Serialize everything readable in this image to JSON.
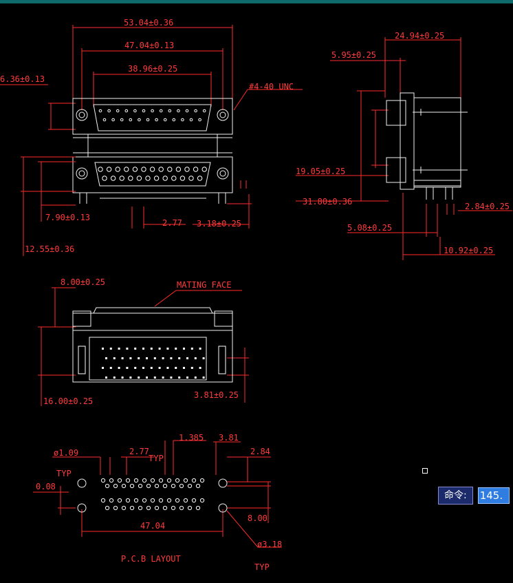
{
  "front_view": {
    "dim_overall": "53.04±0.36",
    "dim_mount": "47.04±0.13",
    "dim_shell": "38.96±0.25",
    "dim_height": "6.36±0.13",
    "thread": "#4-40 UNC",
    "dim_7_90": "7.90±0.13",
    "dim_pitch": "2.77",
    "dim_3_18": "3.18±0.25",
    "dim_12_55": "12.55±0.36"
  },
  "side_view": {
    "dim_depth": "24.94±0.25",
    "dim_5_95": "5.95±0.25",
    "dim_19_05": "19.05±0.25",
    "dim_31_80": "31.80±0.36",
    "dim_2_84": "2.84±0.25",
    "dim_5_08": "5.08±0.25",
    "dim_10_92": "10.92±0.25"
  },
  "bottom_view": {
    "mating_face": "MATING FACE",
    "dim_8_00": "8.00±0.25",
    "dim_16_00": "16.00±0.25",
    "dim_3_81": "3.81±0.25"
  },
  "pcb_layout": {
    "title": "P.C.B LAYOUT",
    "dim_hole": "ø1.09",
    "typ_a": "TYP",
    "dim_pitch": "2.77",
    "typ_b": "TYP",
    "dim_1_385": "1.385",
    "dim_3_81": "3.81",
    "dim_2_84": "2.84",
    "dim_0_08": "0.08",
    "dim_8_00": "8.00",
    "dim_47_04": "47.04",
    "dim_mount_hole": "ø3.18",
    "typ_c": "TYP"
  },
  "command": {
    "label": "命令:",
    "value": "145."
  }
}
